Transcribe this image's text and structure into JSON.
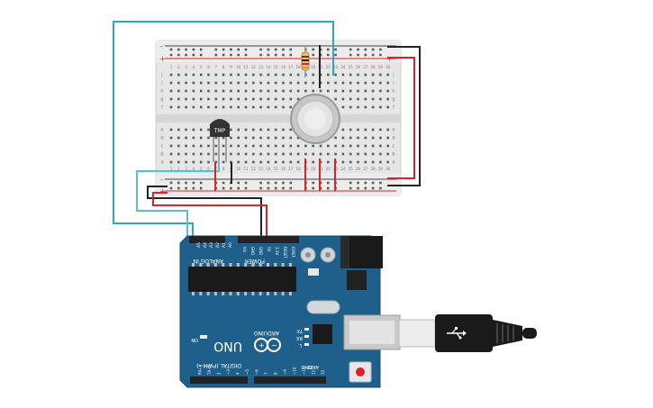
{
  "breadboard": {
    "row_label_top": "j",
    "row_label_bottom": "a",
    "rail_minus": "-",
    "rail_plus": "+",
    "col_numbers_top": [
      "1",
      "2",
      "3",
      "4",
      "5",
      "6",
      "7",
      "8",
      "9",
      "10",
      "11",
      "12",
      "13",
      "14",
      "15",
      "16",
      "17",
      "18",
      "19",
      "20",
      "21",
      "22",
      "23",
      "24",
      "25",
      "26",
      "27",
      "28",
      "29",
      "30"
    ],
    "row_letters_upper": [
      "j",
      "i",
      "h",
      "g",
      "f"
    ],
    "row_letters_lower": [
      "e",
      "d",
      "c",
      "b",
      "a"
    ]
  },
  "components": {
    "temp_sensor_label": "TMP",
    "gas_sensor": "gas-sensor"
  },
  "arduino": {
    "brand": "ARDUINO",
    "model": "UNO",
    "analog_in": "ANALOG IN",
    "power": "POWER",
    "digital": "DIGITAL (PWM~)",
    "analog_pins": [
      "A5",
      "A4",
      "A3",
      "A2",
      "A1",
      "A0"
    ],
    "power_pins": [
      "Vin",
      "GND",
      "GND",
      "5V",
      "3.3V",
      "RESET",
      "IOREF"
    ],
    "on_label": "ON",
    "tx": "TX",
    "rx": "RX",
    "l_label": "L",
    "aref": "AREF",
    "gnd": "GND",
    "digital_pins": [
      "13",
      "12",
      "~11",
      "~10",
      "~9",
      "8",
      "7",
      "~6",
      "~5",
      "4",
      "~3",
      "2",
      "TX→1",
      "RX←0"
    ]
  },
  "colors": {
    "board_blue": "#1f5f8b",
    "breadboard": "#e9e9e9",
    "wire_red": "#d8232a",
    "wire_black": "#222222",
    "wire_blue": "#2aa7c9",
    "wire_teal": "#58c2c9"
  }
}
